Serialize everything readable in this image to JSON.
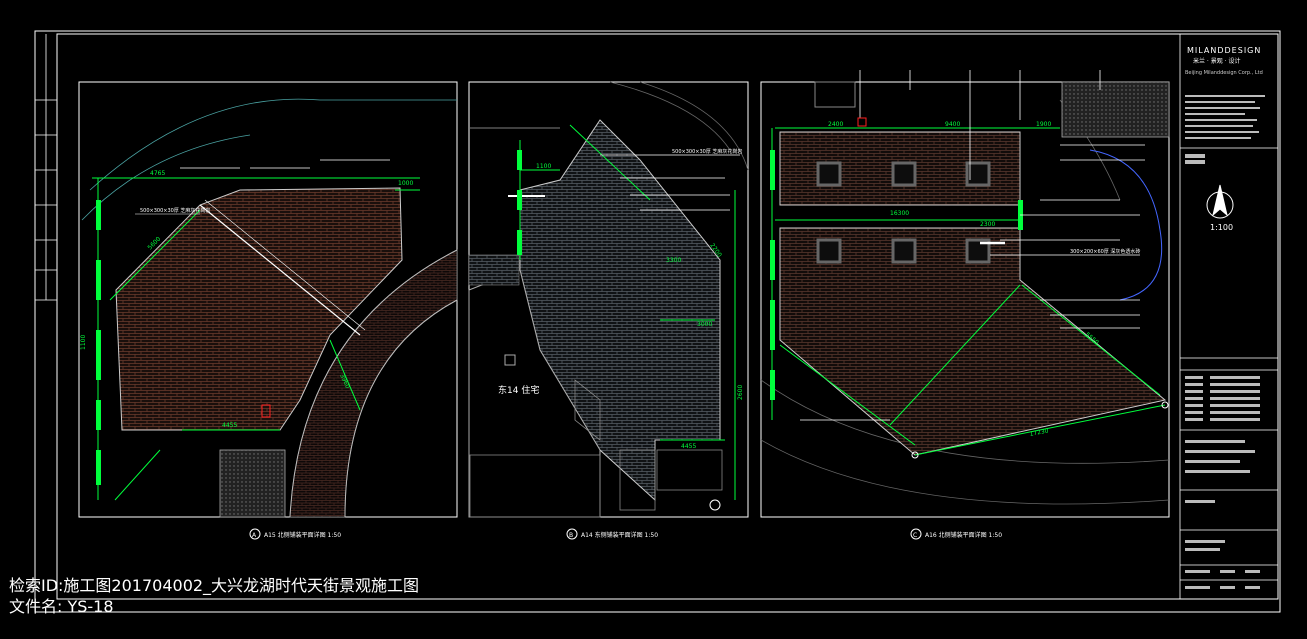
{
  "drawing": {
    "firm_name": "MILANDDESIGN",
    "firm_tagline": "米兰 · 景观 · 设计",
    "firm_english": "Beijing Milanddesign Corp., Ltd",
    "north_scale": "1:100",
    "views": [
      {
        "index": "A",
        "title": "A15 北侧铺装平面详图 1:50"
      },
      {
        "index": "B",
        "title": "A14 东侧铺装平面详图 1:50"
      },
      {
        "index": "C",
        "title": "A16 北侧铺装平面详图 1:50"
      }
    ],
    "building_label": "东14  住宅",
    "dims": {
      "a_top": "4765",
      "a_right": "1000",
      "a_bottom": "4455",
      "a_left": "1100",
      "a_diag": "5600",
      "a_diag2": "3960",
      "b_right1": "3000",
      "b_right2": "2200",
      "b_right3": "4455",
      "b_right4": "2600",
      "b_top": "1100",
      "b_mid": "3300",
      "c_top": "2400",
      "c_top2": "9400",
      "c_top3": "1900",
      "c_top4": "2300",
      "c_mid": "16300",
      "c_bottom": "17230",
      "c_diag": "5550"
    },
    "notes": {
      "paving_a": "500×300×30厚 芝麻灰花岗岩",
      "paving_b": "500×300×30厚 芝麻灰花岗岩",
      "paving_c": "300×200×60厚 深灰色透水砖"
    }
  },
  "watermark": {
    "line1": "检索ID:施工图201704002_大兴龙湖时代天街景观施工图",
    "line2": "文件名: YS-18"
  },
  "colors": {
    "line_green": "#00ff3c",
    "line_white": "#ffffff",
    "line_gray": "#6e6e6e",
    "hatch": "#6b3b2c",
    "accent_red": "#ff2020"
  }
}
